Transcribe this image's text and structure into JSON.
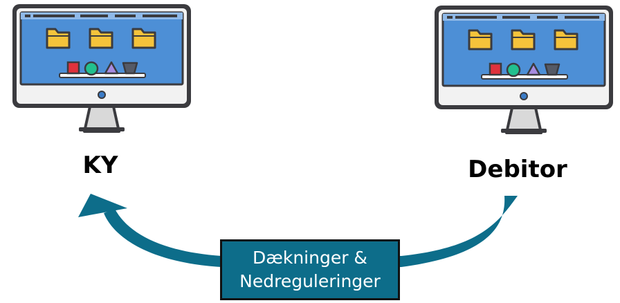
{
  "nodes": {
    "left": {
      "label": "KY"
    },
    "right": {
      "label": "Debitor"
    }
  },
  "flow": {
    "line1": "Dækninger &",
    "line2": "Nedreguleringer",
    "arrow_color": "#0d6d8a",
    "direction": "right-to-left"
  },
  "colors": {
    "monitor_frame": "#3b3b3f",
    "screen": "#4d8fd6",
    "folder": "#f5c33b",
    "bezel": "#f2f2f2"
  },
  "icons": [
    "computer-monitor-icon",
    "folder-icon",
    "shapes-icon"
  ]
}
